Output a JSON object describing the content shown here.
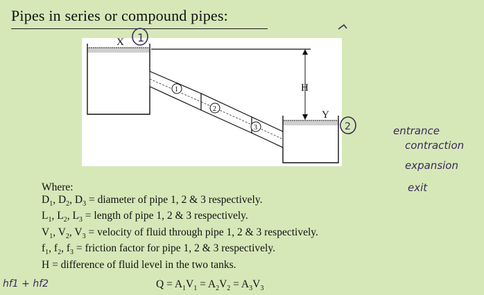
{
  "title": "Pipes in series or compound pipes:",
  "diagram": {
    "label_x": "X",
    "label_y": "Y",
    "label_h": "H",
    "pipe_labels": [
      "1",
      "2",
      "3"
    ],
    "handwritten_circles": [
      "1",
      "2"
    ]
  },
  "where": {
    "heading": "Where:",
    "line1": {
      "symbols": "D",
      "subs": [
        "1",
        "2",
        "3"
      ],
      "desc": "= diameter of pipe 1, 2 & 3 respectively."
    },
    "line2": {
      "symbols": "L",
      "subs": [
        "1",
        "2",
        "3"
      ],
      "desc": "= length of pipe 1, 2 & 3 respectively."
    },
    "line3": {
      "symbols": "V",
      "subs": [
        "1",
        "2",
        "3"
      ],
      "desc": "= velocity of fluid through pipe 1, 2 & 3 respectively."
    },
    "line4": {
      "symbols": "f",
      "subs": [
        "1",
        "2",
        "3"
      ],
      "desc": "= friction factor for pipe 1, 2 & 3 respectively."
    },
    "line5": "H = difference of fluid level in the two tanks."
  },
  "equation": {
    "q": "Q = A",
    "v1": "V",
    "eq2": " = A",
    "eq3": " = A"
  },
  "handwritten_notes": [
    "entrance",
    "contraction",
    "expansion",
    "exit"
  ],
  "handwritten_bottom": "hf1 + hf2",
  "colors": {
    "background": "#d6e8b8",
    "ink": "#3a2a5a"
  }
}
